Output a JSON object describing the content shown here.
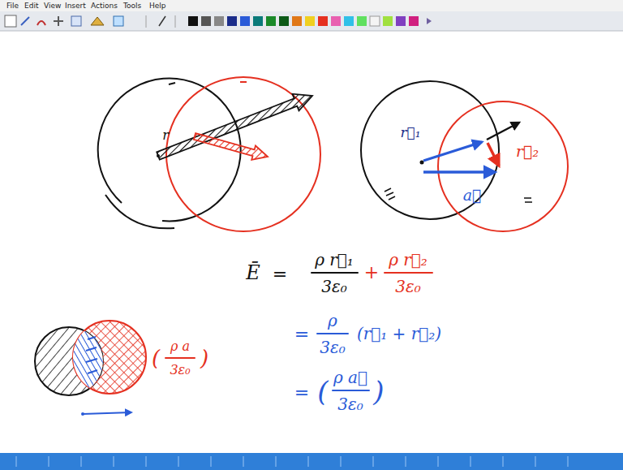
{
  "diagram": {
    "labels": [
      "File",
      "Edit",
      "View",
      "Insert",
      "Actions",
      "Tools",
      "Help",
      "r",
      "r⃗₁",
      "r⃗₂",
      "a⃗",
      "Ē",
      "=",
      "ρ r⃗₁",
      "3ε₀",
      "+",
      "ρ r⃗₂",
      "3ε₀",
      "=",
      "ρ",
      "3ε₀",
      "(r⃗₁ + r⃗₂)",
      "=",
      "(",
      "ρ a⃗",
      "3ε₀",
      ")",
      "(",
      "ρ a",
      "3ε₀",
      ")"
    ]
  }
}
